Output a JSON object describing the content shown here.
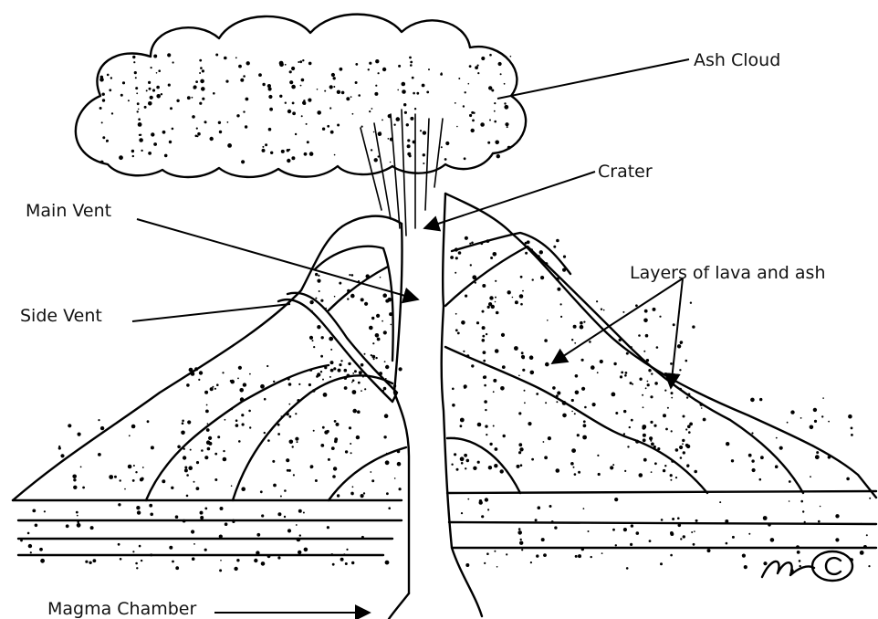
{
  "diagram": {
    "labels": {
      "ash_cloud": "Ash Cloud",
      "crater": "Crater",
      "main_vent": "Main Vent",
      "side_vent": "Side Vent",
      "layers": "Layers of lava and ash",
      "magma_chamber": "Magma Chamber"
    },
    "signature": "mc"
  }
}
